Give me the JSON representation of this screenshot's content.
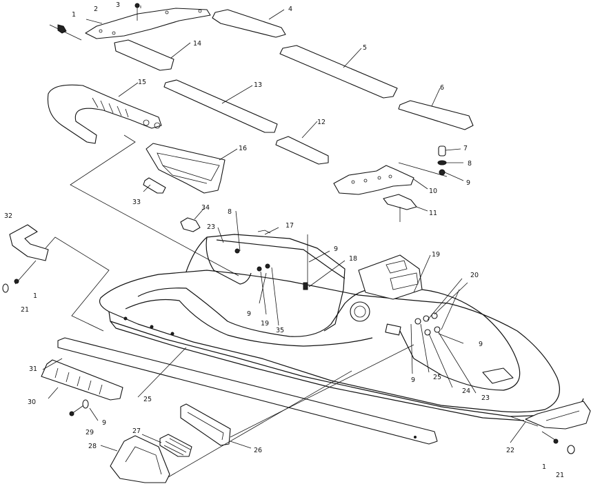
{
  "callouts": [
    {
      "id": "c1a",
      "text": "1"
    },
    {
      "id": "c2",
      "text": "2"
    },
    {
      "id": "c3",
      "text": "3"
    },
    {
      "id": "c4",
      "text": "4"
    },
    {
      "id": "c5",
      "text": "5"
    },
    {
      "id": "c6",
      "text": "6"
    },
    {
      "id": "c7",
      "text": "7"
    },
    {
      "id": "c8a",
      "text": "8"
    },
    {
      "id": "c9a",
      "text": "9"
    },
    {
      "id": "c10",
      "text": "10"
    },
    {
      "id": "c11",
      "text": "11"
    },
    {
      "id": "c12",
      "text": "12"
    },
    {
      "id": "c13",
      "text": "13"
    },
    {
      "id": "c14",
      "text": "14"
    },
    {
      "id": "c15",
      "text": "15"
    },
    {
      "id": "c16",
      "text": "16"
    },
    {
      "id": "c33",
      "text": "33"
    },
    {
      "id": "c32",
      "text": "32"
    },
    {
      "id": "c34",
      "text": "34"
    },
    {
      "id": "c8b",
      "text": "8"
    },
    {
      "id": "c23a",
      "text": "23"
    },
    {
      "id": "c17",
      "text": "17"
    },
    {
      "id": "c9b",
      "text": "9"
    },
    {
      "id": "c18",
      "text": "18"
    },
    {
      "id": "c19a",
      "text": "19"
    },
    {
      "id": "c20",
      "text": "20"
    },
    {
      "id": "c1b",
      "text": "1"
    },
    {
      "id": "c21a",
      "text": "21"
    },
    {
      "id": "c9c",
      "text": "9"
    },
    {
      "id": "c19b",
      "text": "19"
    },
    {
      "id": "c35",
      "text": "35"
    },
    {
      "id": "c9d",
      "text": "9"
    },
    {
      "id": "c9e",
      "text": "9"
    },
    {
      "id": "c25a",
      "text": "25"
    },
    {
      "id": "c24",
      "text": "24"
    },
    {
      "id": "c23b",
      "text": "23"
    },
    {
      "id": "c31",
      "text": "31"
    },
    {
      "id": "c30",
      "text": "30"
    },
    {
      "id": "c25b",
      "text": "25"
    },
    {
      "id": "c9f",
      "text": "9"
    },
    {
      "id": "c29",
      "text": "29"
    },
    {
      "id": "c27",
      "text": "27"
    },
    {
      "id": "c28",
      "text": "28"
    },
    {
      "id": "c26",
      "text": "26"
    },
    {
      "id": "c22",
      "text": "22"
    },
    {
      "id": "c1c",
      "text": "1"
    },
    {
      "id": "c21b",
      "text": "21"
    }
  ]
}
